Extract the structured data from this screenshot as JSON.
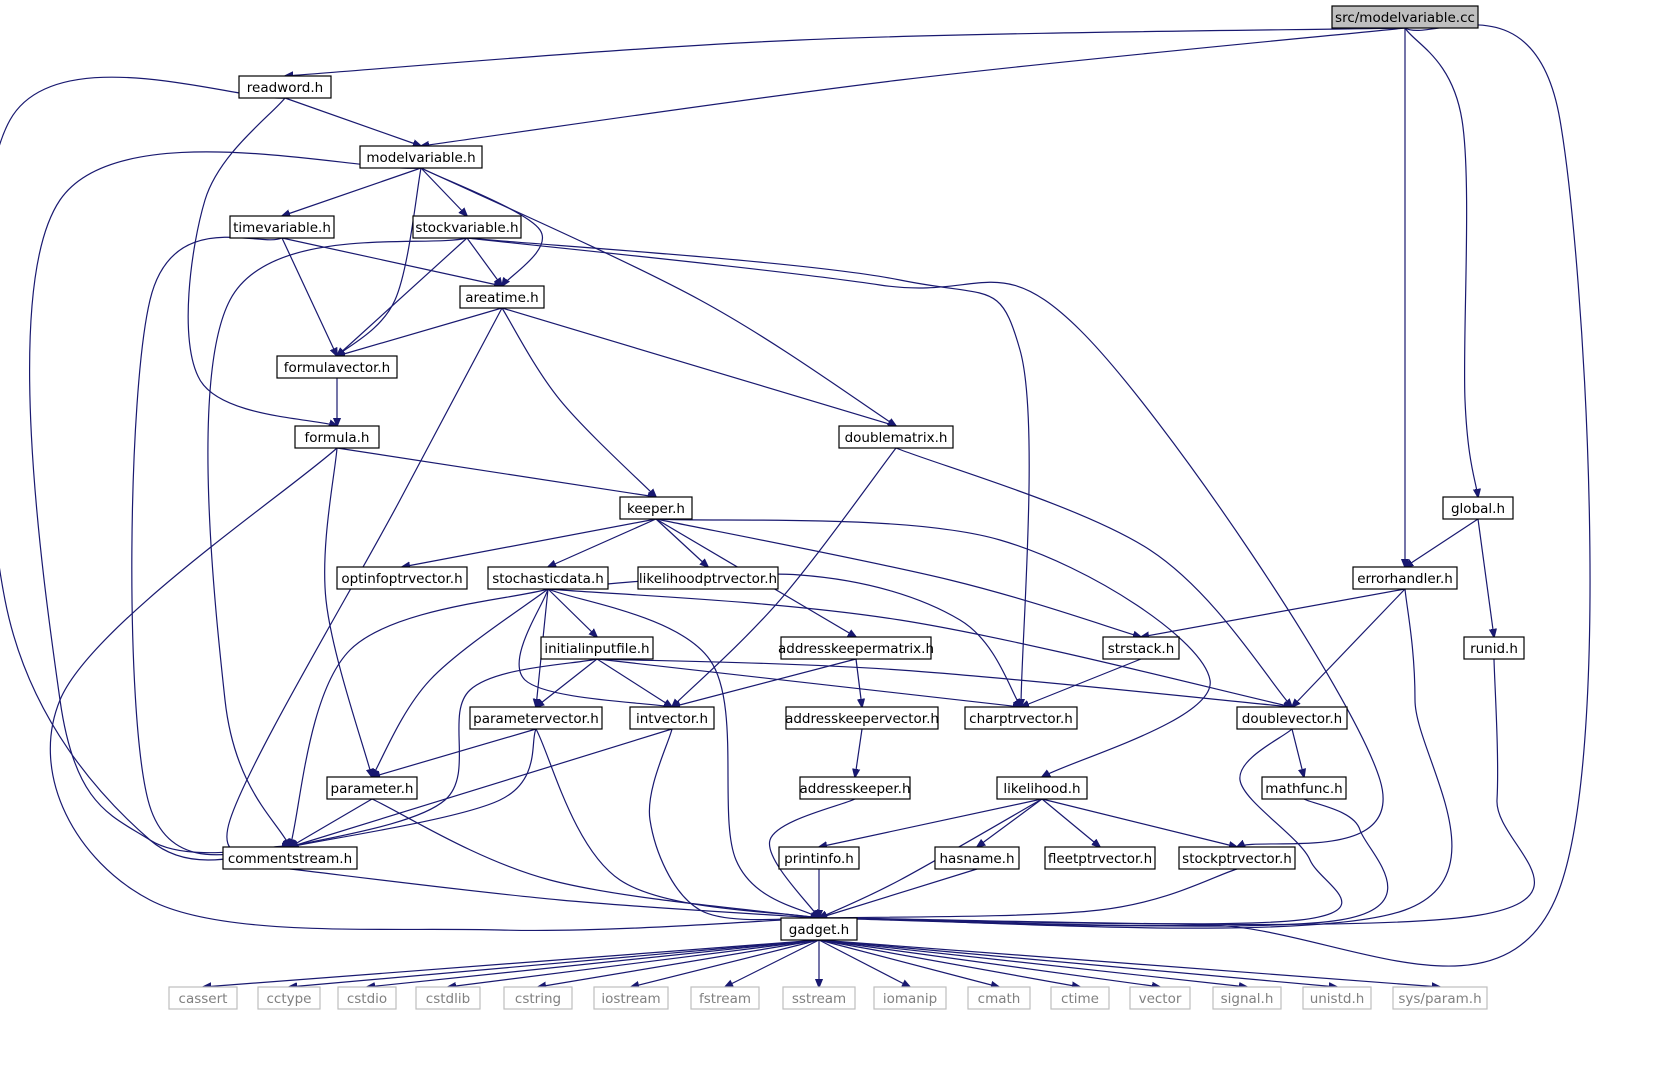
{
  "graph": {
    "nodes": [
      {
        "id": "root",
        "label": "src/modelvariable.cc",
        "kind": "root"
      },
      {
        "id": "readword",
        "label": "readword.h"
      },
      {
        "id": "modelvariable",
        "label": "modelvariable.h"
      },
      {
        "id": "timevariable",
        "label": "timevariable.h"
      },
      {
        "id": "stockvariable",
        "label": "stockvariable.h"
      },
      {
        "id": "areatime",
        "label": "areatime.h"
      },
      {
        "id": "formulavector",
        "label": "formulavector.h"
      },
      {
        "id": "formula",
        "label": "formula.h"
      },
      {
        "id": "doublematrix",
        "label": "doublematrix.h"
      },
      {
        "id": "keeper",
        "label": "keeper.h"
      },
      {
        "id": "global",
        "label": "global.h"
      },
      {
        "id": "optinfoptrvector",
        "label": "optinfoptrvector.h"
      },
      {
        "id": "stochasticdata",
        "label": "stochasticdata.h"
      },
      {
        "id": "likelihoodptrvector",
        "label": "likelihoodptrvector.h"
      },
      {
        "id": "errorhandler",
        "label": "errorhandler.h"
      },
      {
        "id": "initialinputfile",
        "label": "initialinputfile.h"
      },
      {
        "id": "addresskeepermatrix",
        "label": "addresskeepermatrix.h"
      },
      {
        "id": "strstack",
        "label": "strstack.h"
      },
      {
        "id": "runid",
        "label": "runid.h"
      },
      {
        "id": "parametervector",
        "label": "parametervector.h"
      },
      {
        "id": "intvector",
        "label": "intvector.h"
      },
      {
        "id": "addresskeepervector",
        "label": "addresskeepervector.h"
      },
      {
        "id": "charptrvector",
        "label": "charptrvector.h"
      },
      {
        "id": "doublevector",
        "label": "doublevector.h"
      },
      {
        "id": "parameter",
        "label": "parameter.h"
      },
      {
        "id": "addresskeeper",
        "label": "addresskeeper.h"
      },
      {
        "id": "likelihood",
        "label": "likelihood.h"
      },
      {
        "id": "mathfunc",
        "label": "mathfunc.h"
      },
      {
        "id": "commentstream",
        "label": "commentstream.h"
      },
      {
        "id": "printinfo",
        "label": "printinfo.h"
      },
      {
        "id": "hasname",
        "label": "hasname.h"
      },
      {
        "id": "fleetptrvector",
        "label": "fleetptrvector.h"
      },
      {
        "id": "stockptrvector",
        "label": "stockptrvector.h"
      },
      {
        "id": "gadget",
        "label": "gadget.h"
      },
      {
        "id": "cassert",
        "label": "cassert",
        "kind": "ext"
      },
      {
        "id": "cctype",
        "label": "cctype",
        "kind": "ext"
      },
      {
        "id": "cstdio",
        "label": "cstdio",
        "kind": "ext"
      },
      {
        "id": "cstdlib",
        "label": "cstdlib",
        "kind": "ext"
      },
      {
        "id": "cstring",
        "label": "cstring",
        "kind": "ext"
      },
      {
        "id": "iostream",
        "label": "iostream",
        "kind": "ext"
      },
      {
        "id": "fstream",
        "label": "fstream",
        "kind": "ext"
      },
      {
        "id": "sstream",
        "label": "sstream",
        "kind": "ext"
      },
      {
        "id": "iomanip",
        "label": "iomanip",
        "kind": "ext"
      },
      {
        "id": "cmath",
        "label": "cmath",
        "kind": "ext"
      },
      {
        "id": "ctime",
        "label": "ctime",
        "kind": "ext"
      },
      {
        "id": "vector",
        "label": "vector",
        "kind": "ext"
      },
      {
        "id": "signal",
        "label": "signal.h",
        "kind": "ext"
      },
      {
        "id": "unistd",
        "label": "unistd.h",
        "kind": "ext"
      },
      {
        "id": "sysparam",
        "label": "sys/param.h",
        "kind": "ext"
      }
    ],
    "edges": [
      [
        "root",
        "readword"
      ],
      [
        "root",
        "modelvariable"
      ],
      [
        "root",
        "errorhandler"
      ],
      [
        "root",
        "global"
      ],
      [
        "root",
        "gadget"
      ],
      [
        "readword",
        "modelvariable"
      ],
      [
        "readword",
        "formula"
      ],
      [
        "readword",
        "commentstream"
      ],
      [
        "modelvariable",
        "timevariable"
      ],
      [
        "modelvariable",
        "stockvariable"
      ],
      [
        "modelvariable",
        "areatime"
      ],
      [
        "modelvariable",
        "formulavector"
      ],
      [
        "modelvariable",
        "doublematrix"
      ],
      [
        "modelvariable",
        "commentstream"
      ],
      [
        "timevariable",
        "areatime"
      ],
      [
        "timevariable",
        "formulavector"
      ],
      [
        "timevariable",
        "commentstream"
      ],
      [
        "stockvariable",
        "areatime"
      ],
      [
        "stockvariable",
        "formulavector"
      ],
      [
        "stockvariable",
        "commentstream"
      ],
      [
        "stockvariable",
        "charptrvector"
      ],
      [
        "stockvariable",
        "stockptrvector"
      ],
      [
        "areatime",
        "formulavector"
      ],
      [
        "areatime",
        "doublematrix"
      ],
      [
        "areatime",
        "keeper"
      ],
      [
        "areatime",
        "commentstream"
      ],
      [
        "formulavector",
        "formula"
      ],
      [
        "formula",
        "keeper"
      ],
      [
        "formula",
        "parameter"
      ],
      [
        "formula",
        "gadget"
      ],
      [
        "doublematrix",
        "intvector"
      ],
      [
        "doublematrix",
        "doublevector"
      ],
      [
        "keeper",
        "optinfoptrvector"
      ],
      [
        "keeper",
        "stochasticdata"
      ],
      [
        "keeper",
        "likelihoodptrvector"
      ],
      [
        "keeper",
        "addresskeepermatrix"
      ],
      [
        "keeper",
        "strstack"
      ],
      [
        "keeper",
        "likelihood"
      ],
      [
        "global",
        "errorhandler"
      ],
      [
        "global",
        "runid"
      ],
      [
        "errorhandler",
        "strstack"
      ],
      [
        "errorhandler",
        "doublevector"
      ],
      [
        "errorhandler",
        "gadget"
      ],
      [
        "stochasticdata",
        "initialinputfile"
      ],
      [
        "stochasticdata",
        "parametervector"
      ],
      [
        "stochasticdata",
        "intvector"
      ],
      [
        "stochasticdata",
        "charptrvector"
      ],
      [
        "stochasticdata",
        "doublevector"
      ],
      [
        "stochasticdata",
        "parameter"
      ],
      [
        "stochasticdata",
        "commentstream"
      ],
      [
        "stochasticdata",
        "gadget"
      ],
      [
        "initialinputfile",
        "parametervector"
      ],
      [
        "initialinputfile",
        "intvector"
      ],
      [
        "initialinputfile",
        "charptrvector"
      ],
      [
        "initialinputfile",
        "doublevector"
      ],
      [
        "initialinputfile",
        "commentstream"
      ],
      [
        "addresskeepermatrix",
        "addresskeepervector"
      ],
      [
        "addresskeepermatrix",
        "intvector"
      ],
      [
        "strstack",
        "charptrvector"
      ],
      [
        "runid",
        "gadget"
      ],
      [
        "parametervector",
        "parameter"
      ],
      [
        "parametervector",
        "commentstream"
      ],
      [
        "parametervector",
        "gadget"
      ],
      [
        "intvector",
        "commentstream"
      ],
      [
        "intvector",
        "gadget"
      ],
      [
        "addresskeepervector",
        "addresskeeper"
      ],
      [
        "doublevector",
        "mathfunc"
      ],
      [
        "doublevector",
        "gadget"
      ],
      [
        "parameter",
        "commentstream"
      ],
      [
        "parameter",
        "gadget"
      ],
      [
        "addresskeeper",
        "gadget"
      ],
      [
        "likelihood",
        "printinfo"
      ],
      [
        "likelihood",
        "hasname"
      ],
      [
        "likelihood",
        "fleetptrvector"
      ],
      [
        "likelihood",
        "stockptrvector"
      ],
      [
        "likelihood",
        "gadget"
      ],
      [
        "mathfunc",
        "gadget"
      ],
      [
        "commentstream",
        "gadget"
      ],
      [
        "printinfo",
        "gadget"
      ],
      [
        "hasname",
        "gadget"
      ],
      [
        "stockptrvector",
        "gadget"
      ],
      [
        "gadget",
        "cassert"
      ],
      [
        "gadget",
        "cctype"
      ],
      [
        "gadget",
        "cstdio"
      ],
      [
        "gadget",
        "cstdlib"
      ],
      [
        "gadget",
        "cstring"
      ],
      [
        "gadget",
        "iostream"
      ],
      [
        "gadget",
        "fstream"
      ],
      [
        "gadget",
        "sstream"
      ],
      [
        "gadget",
        "iomanip"
      ],
      [
        "gadget",
        "cmath"
      ],
      [
        "gadget",
        "ctime"
      ],
      [
        "gadget",
        "vector"
      ],
      [
        "gadget",
        "signal"
      ],
      [
        "gadget",
        "unistd"
      ],
      [
        "gadget",
        "sysparam"
      ]
    ]
  },
  "colors": {
    "edge": "#191970",
    "node_border": "#000000",
    "root_fill": "#bfbfbf",
    "external_border": "#bfbfbf",
    "external_text": "#808080"
  }
}
